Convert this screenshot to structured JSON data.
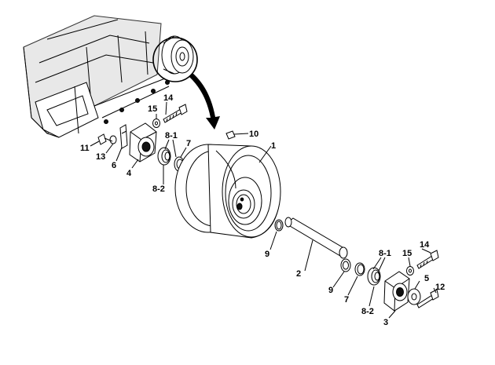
{
  "callouts": [
    {
      "id": "c1",
      "text": "1"
    },
    {
      "id": "c2",
      "text": "2"
    },
    {
      "id": "c3",
      "text": "3"
    },
    {
      "id": "c4",
      "text": "4"
    },
    {
      "id": "c5",
      "text": "5"
    },
    {
      "id": "c6",
      "text": "6"
    },
    {
      "id": "c7a",
      "text": "7"
    },
    {
      "id": "c7b",
      "text": "7"
    },
    {
      "id": "c81a",
      "text": "8-1"
    },
    {
      "id": "c81b",
      "text": "8-1"
    },
    {
      "id": "c82a",
      "text": "8-2"
    },
    {
      "id": "c82b",
      "text": "8-2"
    },
    {
      "id": "c9a",
      "text": "9"
    },
    {
      "id": "c9b",
      "text": "9"
    },
    {
      "id": "c10",
      "text": "10"
    },
    {
      "id": "c11",
      "text": "11"
    },
    {
      "id": "c12",
      "text": "12"
    },
    {
      "id": "c13",
      "text": "13"
    },
    {
      "id": "c14a",
      "text": "14"
    },
    {
      "id": "c14b",
      "text": "14"
    },
    {
      "id": "c15a",
      "text": "15"
    },
    {
      "id": "c15b",
      "text": "15"
    }
  ]
}
